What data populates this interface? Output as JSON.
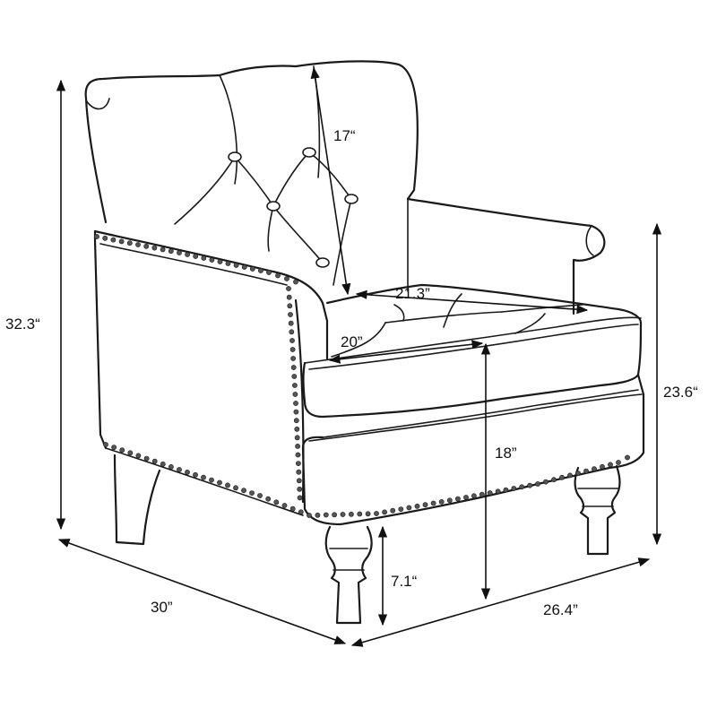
{
  "diagram": {
    "labels": {
      "overall_height": "32.3“",
      "back_height": "17“",
      "seat_depth": "21.3”",
      "seat_width": "20”",
      "arm_height": "23.6“",
      "seat_height": "18”",
      "leg_height": "7.1“",
      "overall_width": "30”",
      "overall_depth": "26.4”"
    }
  }
}
